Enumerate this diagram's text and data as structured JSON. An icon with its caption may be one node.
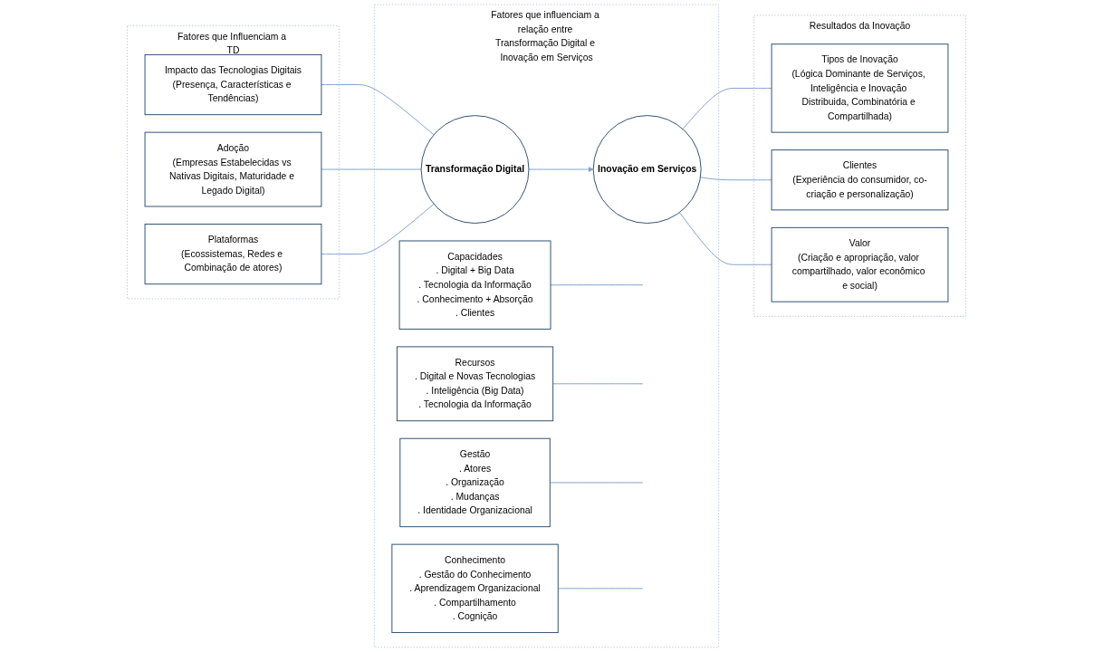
{
  "diagram": {
    "nodes": [
      {
        "text": [
          "Fatores que Influenciam a TD"
        ]
      },
      {
        "text": [
          "Impacto das Tecnologias Digitais",
          "(Presença, Características e Tendências)"
        ],
        "in": 0
      },
      {
        "text": [
          "Adoção",
          "(Empresas Estabelecidas vs Nativas Digitais, Maturidade e Legado Digital)"
        ],
        "in": 0
      },
      {
        "text": [
          "Plataformas",
          "(Ecossistemas, Redes e Combinação de atores)"
        ],
        "in": 0
      },
      {
        "text": [
          "Fatores que influenciam a relação entre Transformação Digital e Inovação em Serviços"
        ]
      },
      {
        "text": [
          "Capacidades",
          ". Digital + Big Data",
          ". Tecnologia da Informação",
          ". Conhecimento + Absorção",
          ". Clientes"
        ],
        "in": 4
      },
      {
        "text": [
          "Recursos",
          ". Digital e Novas Tecnologias",
          ". Inteligência (Big Data)",
          ". Tecnologia da Informação"
        ],
        "in": 4
      },
      {
        "text": [
          "Transformação Digital"
        ],
        "in": 4
      },
      {
        "text": [
          "Inovação em Serviços"
        ],
        "in": 4
      },
      {
        "text": [
          "Gestão",
          ". Atores",
          ". Organização",
          ". Mudanças",
          ". Identidade Organizacional"
        ],
        "in": 4
      },
      {
        "text": [
          "Conhecimento",
          ". Gestão do Conhecimento",
          ". Aprendizagem Organizacional",
          ". Compartilhamento",
          ". Cognição"
        ],
        "in": 4
      },
      {
        "text": [
          "Resultados da Inovação"
        ]
      },
      {
        "text": [
          "Tipos de Inovação",
          "(Lógica Dominante de Serviços, Inteligência e Inovação Distribuida, Combinatória e Compartilhada)"
        ],
        "in": 11
      },
      {
        "text": [
          "Clientes",
          "(Experiência do consumidor, co-criação e personalização)"
        ],
        "in": 11
      },
      {
        "text": [
          "Valor",
          "(Criação e apropriação, valor compartilhado, valor econômico e social)"
        ],
        "in": 11
      }
    ],
    "edges": [
      {
        "from": 1,
        "to": 7,
        "arrow": "none"
      },
      {
        "from": 2,
        "to": 7,
        "arrow": "none"
      },
      {
        "from": 3,
        "to": 7,
        "arrow": "none"
      },
      {
        "from": 7,
        "to": 8,
        "arrow": "to"
      },
      {
        "from": 5,
        "to": null,
        "arrow": "none"
      },
      {
        "from": 6,
        "to": null,
        "arrow": "none"
      },
      {
        "from": 9,
        "to": null,
        "arrow": "none"
      },
      {
        "from": 10,
        "to": null,
        "arrow": "none"
      },
      {
        "from": 8,
        "to": 12,
        "arrow": "none"
      },
      {
        "from": 8,
        "to": 13,
        "arrow": "none"
      },
      {
        "from": 8,
        "to": 14,
        "arrow": "none"
      }
    ]
  }
}
